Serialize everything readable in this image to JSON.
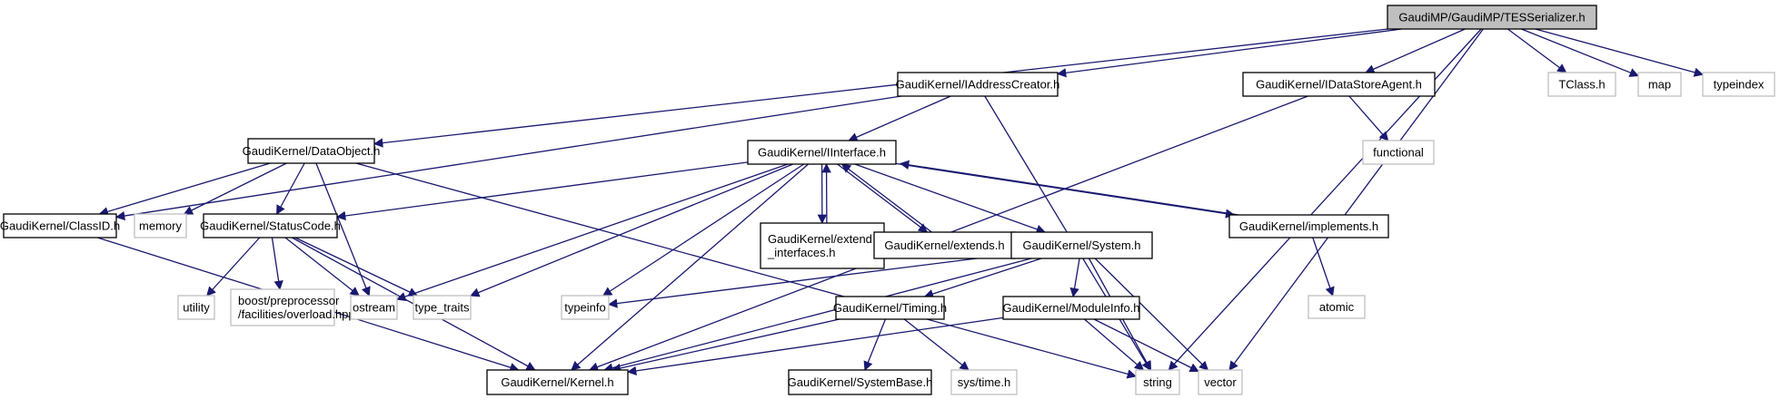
{
  "title": "GaudiMP/GaudiMP/TESSerializer.h",
  "colors": {
    "edge": "#191970",
    "root_fill": "#bfbfbf",
    "root_border": "#000000",
    "documented_border": "#000000",
    "external_border": "#bfbfbf",
    "node_fill": "#ffffff"
  },
  "nodes": [
    {
      "id": "root",
      "label": [
        "GaudiMP/GaudiMP/TESSerializer.h"
      ],
      "kind": "root"
    },
    {
      "id": "iaddr",
      "label": [
        "GaudiKernel/IAddressCreator.h"
      ],
      "kind": "documented"
    },
    {
      "id": "idsa",
      "label": [
        "GaudiKernel/IDataStoreAgent.h"
      ],
      "kind": "documented"
    },
    {
      "id": "tclass",
      "label": [
        "TClass.h"
      ],
      "kind": "external"
    },
    {
      "id": "map",
      "label": [
        "map"
      ],
      "kind": "external"
    },
    {
      "id": "typeindex",
      "label": [
        "typeindex"
      ],
      "kind": "external"
    },
    {
      "id": "dataobj",
      "label": [
        "GaudiKernel/DataObject.h"
      ],
      "kind": "documented"
    },
    {
      "id": "iinterface",
      "label": [
        "GaudiKernel/IInterface.h"
      ],
      "kind": "documented"
    },
    {
      "id": "functional",
      "label": [
        "functional"
      ],
      "kind": "external"
    },
    {
      "id": "classid",
      "label": [
        "GaudiKernel/ClassID.h"
      ],
      "kind": "documented"
    },
    {
      "id": "memory",
      "label": [
        "memory"
      ],
      "kind": "external"
    },
    {
      "id": "statuscode",
      "label": [
        "GaudiKernel/StatusCode.h"
      ],
      "kind": "documented"
    },
    {
      "id": "extint",
      "label": [
        "GaudiKernel/extend",
        "_interfaces.h"
      ],
      "kind": "documented"
    },
    {
      "id": "extends",
      "label": [
        "GaudiKernel/extends.h"
      ],
      "kind": "documented"
    },
    {
      "id": "system",
      "label": [
        "GaudiKernel/System.h"
      ],
      "kind": "documented"
    },
    {
      "id": "implements",
      "label": [
        "GaudiKernel/implements.h"
      ],
      "kind": "documented"
    },
    {
      "id": "utility",
      "label": [
        "utility"
      ],
      "kind": "external"
    },
    {
      "id": "boost",
      "label": [
        "boost/preprocessor",
        "/facilities/overload.hpp"
      ],
      "kind": "external"
    },
    {
      "id": "ostream",
      "label": [
        "ostream"
      ],
      "kind": "external"
    },
    {
      "id": "typetraits",
      "label": [
        "type_traits"
      ],
      "kind": "external"
    },
    {
      "id": "typeinfo",
      "label": [
        "typeinfo"
      ],
      "kind": "external"
    },
    {
      "id": "timing",
      "label": [
        "GaudiKernel/Timing.h"
      ],
      "kind": "documented"
    },
    {
      "id": "moduleinfo",
      "label": [
        "GaudiKernel/ModuleInfo.h"
      ],
      "kind": "documented"
    },
    {
      "id": "atomic",
      "label": [
        "atomic"
      ],
      "kind": "external"
    },
    {
      "id": "kernel",
      "label": [
        "GaudiKernel/Kernel.h"
      ],
      "kind": "documented"
    },
    {
      "id": "systembase",
      "label": [
        "GaudiKernel/SystemBase.h"
      ],
      "kind": "documented"
    },
    {
      "id": "systime",
      "label": [
        "sys/time.h"
      ],
      "kind": "external"
    },
    {
      "id": "string",
      "label": [
        "string"
      ],
      "kind": "external"
    },
    {
      "id": "vector",
      "label": [
        "vector"
      ],
      "kind": "external"
    }
  ],
  "edges": [
    [
      "root",
      "iaddr"
    ],
    [
      "root",
      "idsa"
    ],
    [
      "root",
      "tclass"
    ],
    [
      "root",
      "map"
    ],
    [
      "root",
      "typeindex"
    ],
    [
      "root",
      "dataobj"
    ],
    [
      "root",
      "string"
    ],
    [
      "root",
      "vector"
    ],
    [
      "iaddr",
      "classid"
    ],
    [
      "iaddr",
      "iinterface"
    ],
    [
      "iaddr",
      "string"
    ],
    [
      "idsa",
      "kernel"
    ],
    [
      "idsa",
      "functional"
    ],
    [
      "dataobj",
      "classid"
    ],
    [
      "dataobj",
      "memory"
    ],
    [
      "dataobj",
      "statuscode"
    ],
    [
      "dataobj",
      "ostream"
    ],
    [
      "dataobj",
      "string"
    ],
    [
      "iinterface",
      "statuscode"
    ],
    [
      "iinterface",
      "extint"
    ],
    [
      "iinterface",
      "extends"
    ],
    [
      "iinterface",
      "system"
    ],
    [
      "iinterface",
      "implements"
    ],
    [
      "iinterface",
      "ostream"
    ],
    [
      "iinterface",
      "typetraits"
    ],
    [
      "iinterface",
      "typeinfo"
    ],
    [
      "iinterface",
      "kernel"
    ],
    [
      "extint",
      "iinterface"
    ],
    [
      "extends",
      "iinterface"
    ],
    [
      "implements",
      "iinterface"
    ],
    [
      "classid",
      "kernel"
    ],
    [
      "statuscode",
      "utility"
    ],
    [
      "statuscode",
      "boost"
    ],
    [
      "statuscode",
      "ostream"
    ],
    [
      "statuscode",
      "typetraits"
    ],
    [
      "statuscode",
      "kernel"
    ],
    [
      "system",
      "typeinfo"
    ],
    [
      "system",
      "kernel"
    ],
    [
      "system",
      "timing"
    ],
    [
      "system",
      "moduleinfo"
    ],
    [
      "system",
      "string"
    ],
    [
      "system",
      "vector"
    ],
    [
      "implements",
      "atomic"
    ],
    [
      "timing",
      "kernel"
    ],
    [
      "timing",
      "systembase"
    ],
    [
      "timing",
      "systime"
    ],
    [
      "moduleinfo",
      "kernel"
    ],
    [
      "moduleinfo",
      "string"
    ],
    [
      "moduleinfo",
      "vector"
    ]
  ]
}
